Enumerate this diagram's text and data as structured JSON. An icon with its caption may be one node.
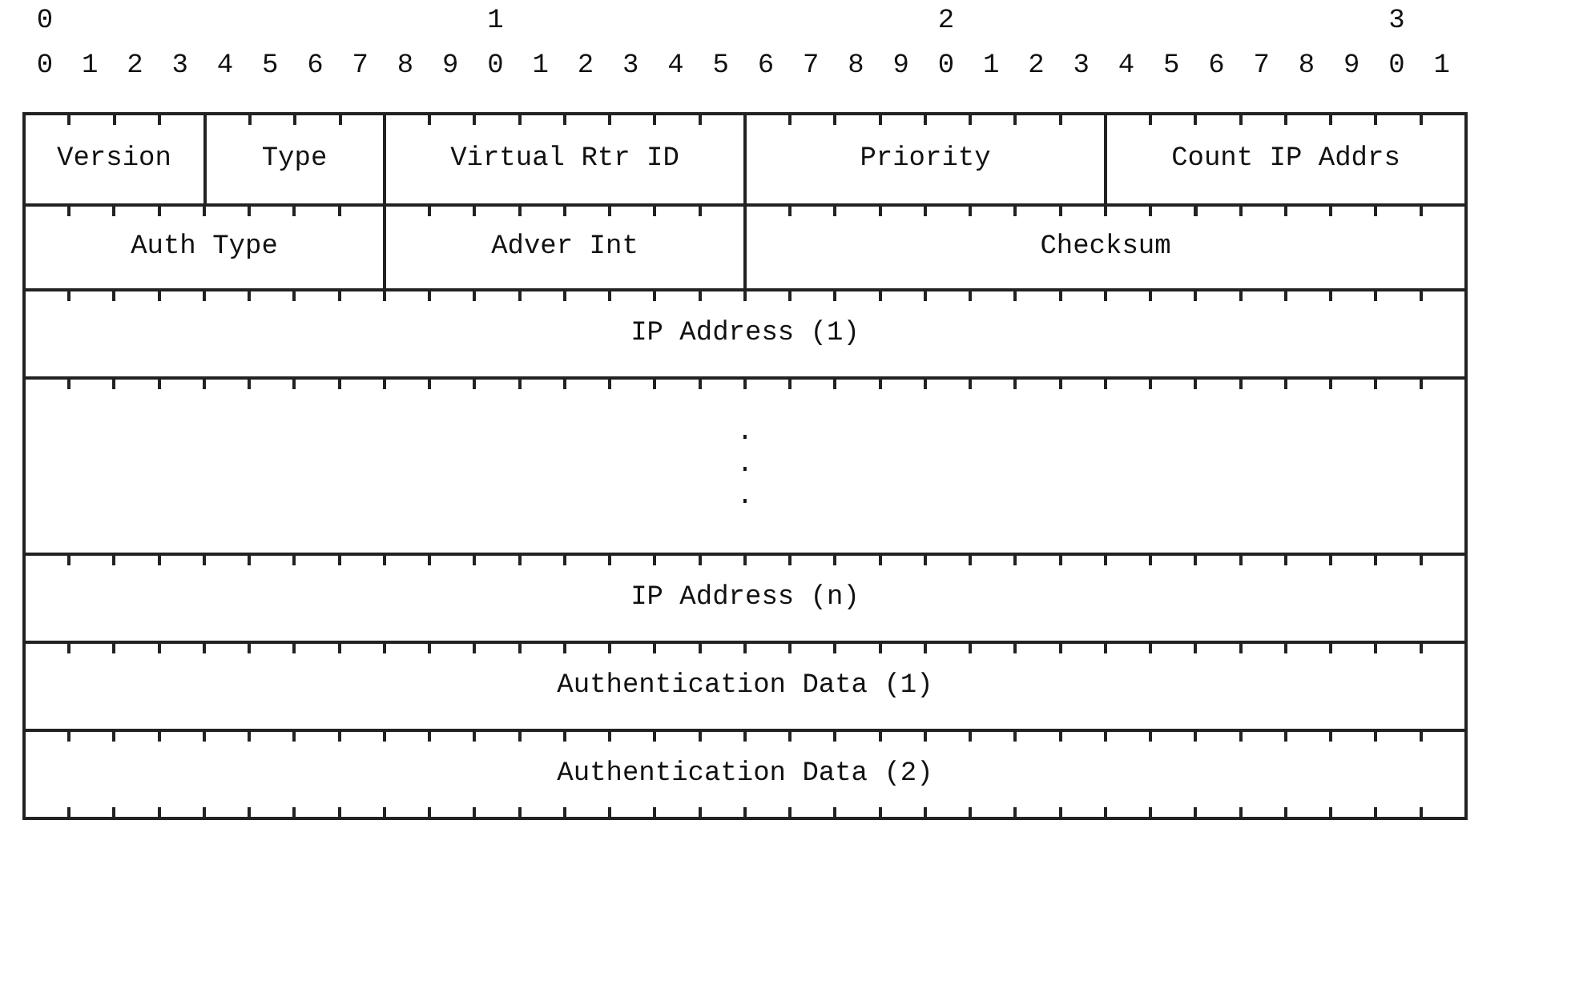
{
  "diagram": {
    "nodes": [
      {
        "text": [
          "Version"
        ]
      },
      {
        "text": [
          "Type"
        ]
      },
      {
        "text": [
          "Virtual Rtr ID"
        ]
      },
      {
        "text": [
          "Priority"
        ]
      },
      {
        "text": [
          "Count IP Addrs"
        ]
      },
      {
        "text": [
          "Auth Type"
        ]
      },
      {
        "text": [
          "Adver Int"
        ]
      },
      {
        "text": [
          "Checksum"
        ]
      },
      {
        "text": [
          "IP Address (1)"
        ]
      },
      {
        "text": [
          ".",
          ".",
          "."
        ]
      },
      {
        "text": [
          "IP Address (n)"
        ]
      },
      {
        "text": [
          "Authentication Data (1)"
        ]
      },
      {
        "text": [
          "Authentication Data (2)"
        ]
      }
    ],
    "edges": [],
    "labels": [
      "0",
      "1",
      "2",
      "3",
      "0",
      "1",
      "2",
      "3",
      "4",
      "5",
      "6",
      "7",
      "8",
      "9",
      "0",
      "1",
      "2",
      "3",
      "4",
      "5",
      "6",
      "7",
      "8",
      "9",
      "0",
      "1",
      "2",
      "3",
      "4",
      "5",
      "6",
      "7",
      "8",
      "9",
      "0",
      "1"
    ]
  }
}
